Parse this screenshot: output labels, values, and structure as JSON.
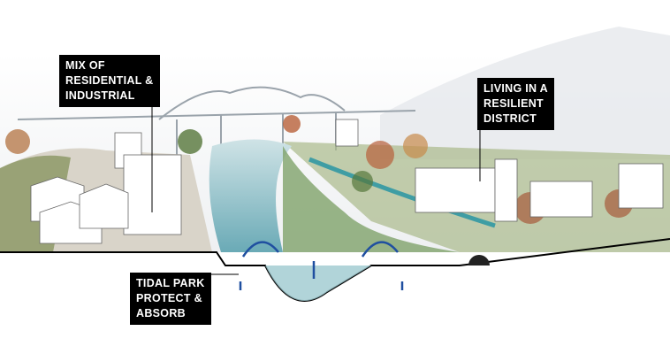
{
  "labels": {
    "mix": {
      "lines": [
        "MIX OF",
        "RESIDENTIAL &",
        "INDUSTRIAL"
      ]
    },
    "living": {
      "lines": [
        "LIVING IN A",
        "RESILIENT",
        "DISTRICT"
      ]
    },
    "tidal": {
      "lines": [
        "TIDAL PARK",
        "PROTECT &",
        "ABSORB"
      ]
    }
  },
  "colors": {
    "water": "#8fc3cc",
    "arrow": "#1f4fa0",
    "vegetation": "#6f8f3a",
    "autumn": "#b8603a"
  }
}
